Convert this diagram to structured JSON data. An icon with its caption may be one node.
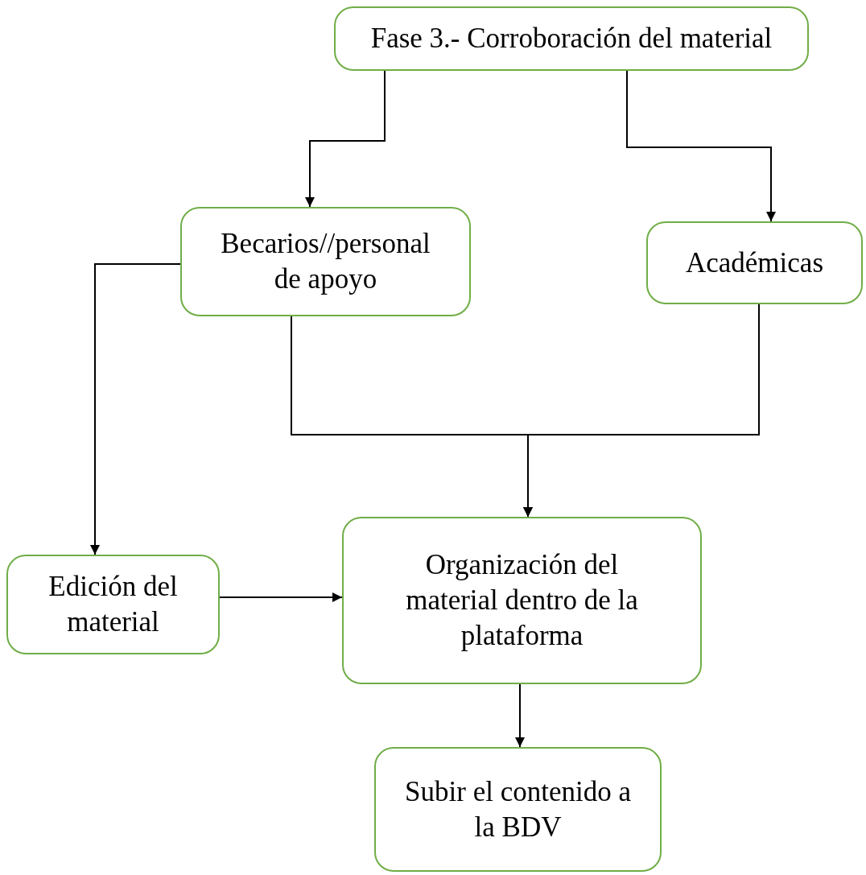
{
  "diagram": {
    "nodes": [
      {
        "text": [
          "Fase 3.- Corroboración del material"
        ]
      },
      {
        "text": [
          "Becarios//personal de apoyo"
        ]
      },
      {
        "text": [
          "Académicas"
        ]
      },
      {
        "text": [
          "Edición del material"
        ]
      },
      {
        "text": [
          "Organización del material dentro de la plataforma"
        ]
      },
      {
        "text": [
          "Subir el contenido a la BDV"
        ]
      }
    ],
    "edges": [
      {
        "from": 0,
        "to": 1,
        "arrow": "to"
      },
      {
        "from": 0,
        "to": 2,
        "arrow": "to"
      },
      {
        "from": 1,
        "to": 4,
        "arrow": "to"
      },
      {
        "from": 2,
        "to": 4,
        "arrow": "to"
      },
      {
        "from": 1,
        "to": 3,
        "arrow": "to"
      },
      {
        "from": 3,
        "to": 4,
        "arrow": "to"
      },
      {
        "from": 4,
        "to": 5,
        "arrow": "to"
      }
    ]
  }
}
